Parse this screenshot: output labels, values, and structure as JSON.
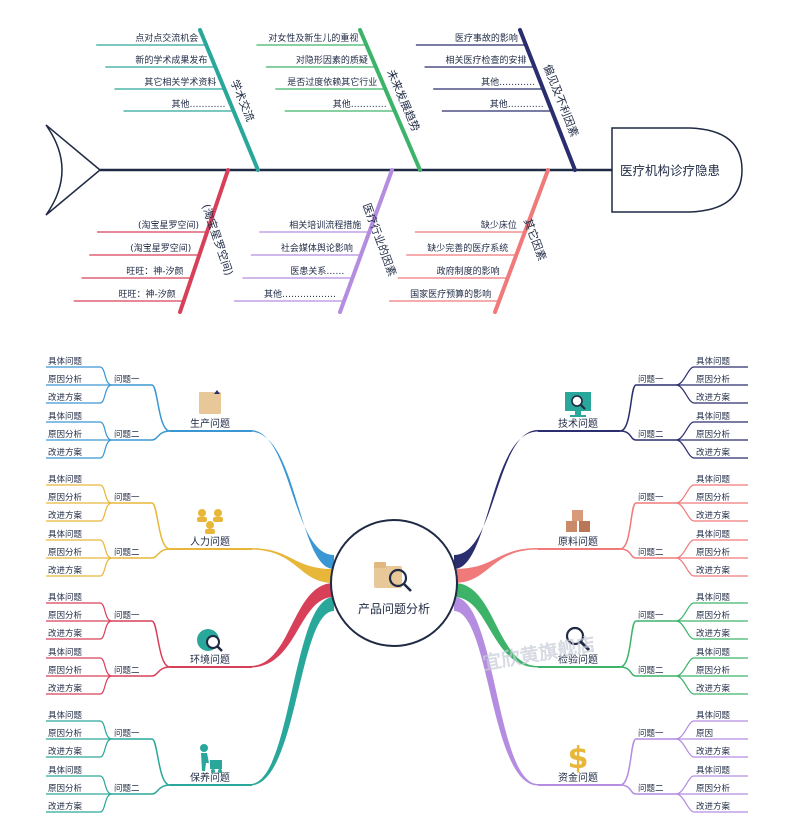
{
  "fishbone": {
    "head_label": "医疗机构诊疗隐患",
    "top_bones": [
      {
        "label": "学术交流",
        "color": "#2aa79b",
        "items": [
          "点对点交流机会",
          "新的学术成果发布",
          "其它相关学术资料",
          "其他…………"
        ]
      },
      {
        "label": "未来发展趋势",
        "color": "#3db36a",
        "items": [
          "对女性及新生儿的重视",
          "对隐形因素的质疑",
          "是否过度依赖其它行业",
          "其他…………"
        ]
      },
      {
        "label": "偏见及不利因素",
        "color": "#2b2e6e",
        "items": [
          "医疗事故的影响",
          "相关医疗检查的安排",
          "其他…………",
          "其他…………"
        ]
      }
    ],
    "bottom_bones": [
      {
        "label": "(淘宝星罗空间)",
        "color": "#d8405a",
        "items": [
          "(淘宝星罗空间)",
          "(淘宝星罗空间)",
          "旺旺：神-汐颜",
          "旺旺：神-汐颜"
        ]
      },
      {
        "label": "医疗行业的因素",
        "color": "#b48ce0",
        "items": [
          "相关培训流程措施",
          "社会媒体舆论影响",
          "医患关系……",
          "其他………………"
        ]
      },
      {
        "label": "其它因素",
        "color": "#f07a7a",
        "items": [
          "缺少床位",
          "缺少完善的医疗系统",
          "政府制度的影响",
          "国家医疗预算的影响"
        ]
      }
    ]
  },
  "mindmap": {
    "center_label": "产品问题分析",
    "watermark": "宜欣黄旗舰店",
    "left_branches": [
      {
        "label": "生产问题",
        "color": "#3b97d3",
        "icon": "box-icon",
        "groups": [
          {
            "label": "问题一",
            "leaves": [
              "具体问题",
              "原因分析",
              "改进方案"
            ]
          },
          {
            "label": "问题二",
            "leaves": [
              "具体问题",
              "原因分析",
              "改进方案"
            ]
          }
        ]
      },
      {
        "label": "人力问题",
        "color": "#e8b73a",
        "icon": "team-icon",
        "groups": [
          {
            "label": "问题一",
            "leaves": [
              "具体问题",
              "原因分析",
              "改进方案"
            ]
          },
          {
            "label": "问题二",
            "leaves": [
              "具体问题",
              "原因分析",
              "改进方案"
            ]
          }
        ]
      },
      {
        "label": "环境问题",
        "color": "#d8405a",
        "icon": "globe-search-icon",
        "groups": [
          {
            "label": "问题一",
            "leaves": [
              "具体问题",
              "原因分析",
              "改进方案"
            ]
          },
          {
            "label": "问题二",
            "leaves": [
              "具体问题",
              "原因分析",
              "改进方案"
            ]
          }
        ]
      },
      {
        "label": "保养问题",
        "color": "#2aa79b",
        "icon": "worker-icon",
        "groups": [
          {
            "label": "问题一",
            "leaves": [
              "具体问题",
              "原因分析",
              "改进方案"
            ]
          },
          {
            "label": "问题二",
            "leaves": [
              "具体问题",
              "原因分析",
              "改进方案"
            ]
          }
        ]
      }
    ],
    "right_branches": [
      {
        "label": "技术问题",
        "color": "#2b2e6e",
        "icon": "monitor-search-icon",
        "groups": [
          {
            "label": "问题一",
            "leaves": [
              "具体问题",
              "原因分析",
              "改进方案"
            ]
          },
          {
            "label": "问题二",
            "leaves": [
              "具体问题",
              "原因分析",
              "改进方案"
            ]
          }
        ]
      },
      {
        "label": "原料问题",
        "color": "#f07a7a",
        "icon": "boxes-icon",
        "groups": [
          {
            "label": "问题一",
            "leaves": [
              "具体问题",
              "原因分析",
              "改进方案"
            ]
          },
          {
            "label": "问题二",
            "leaves": [
              "具体问题",
              "原因分析",
              "改进方案"
            ]
          }
        ]
      },
      {
        "label": "检验问题",
        "color": "#3db36a",
        "icon": "magnifier-icon",
        "groups": [
          {
            "label": "问题一",
            "leaves": [
              "具体问题",
              "原因分析",
              "改进方案"
            ]
          },
          {
            "label": "问题二",
            "leaves": [
              "具体问题",
              "原因分析",
              "改进方案"
            ]
          }
        ]
      },
      {
        "label": "资金问题",
        "color": "#b48ce0",
        "icon": "dollar-icon",
        "groups": [
          {
            "label": "问题一",
            "leaves": [
              "具体问题",
              "原因",
              "改进方案"
            ]
          },
          {
            "label": "问题二",
            "leaves": [
              "具体问题",
              "原因分析",
              "改进方案"
            ]
          }
        ]
      }
    ]
  }
}
